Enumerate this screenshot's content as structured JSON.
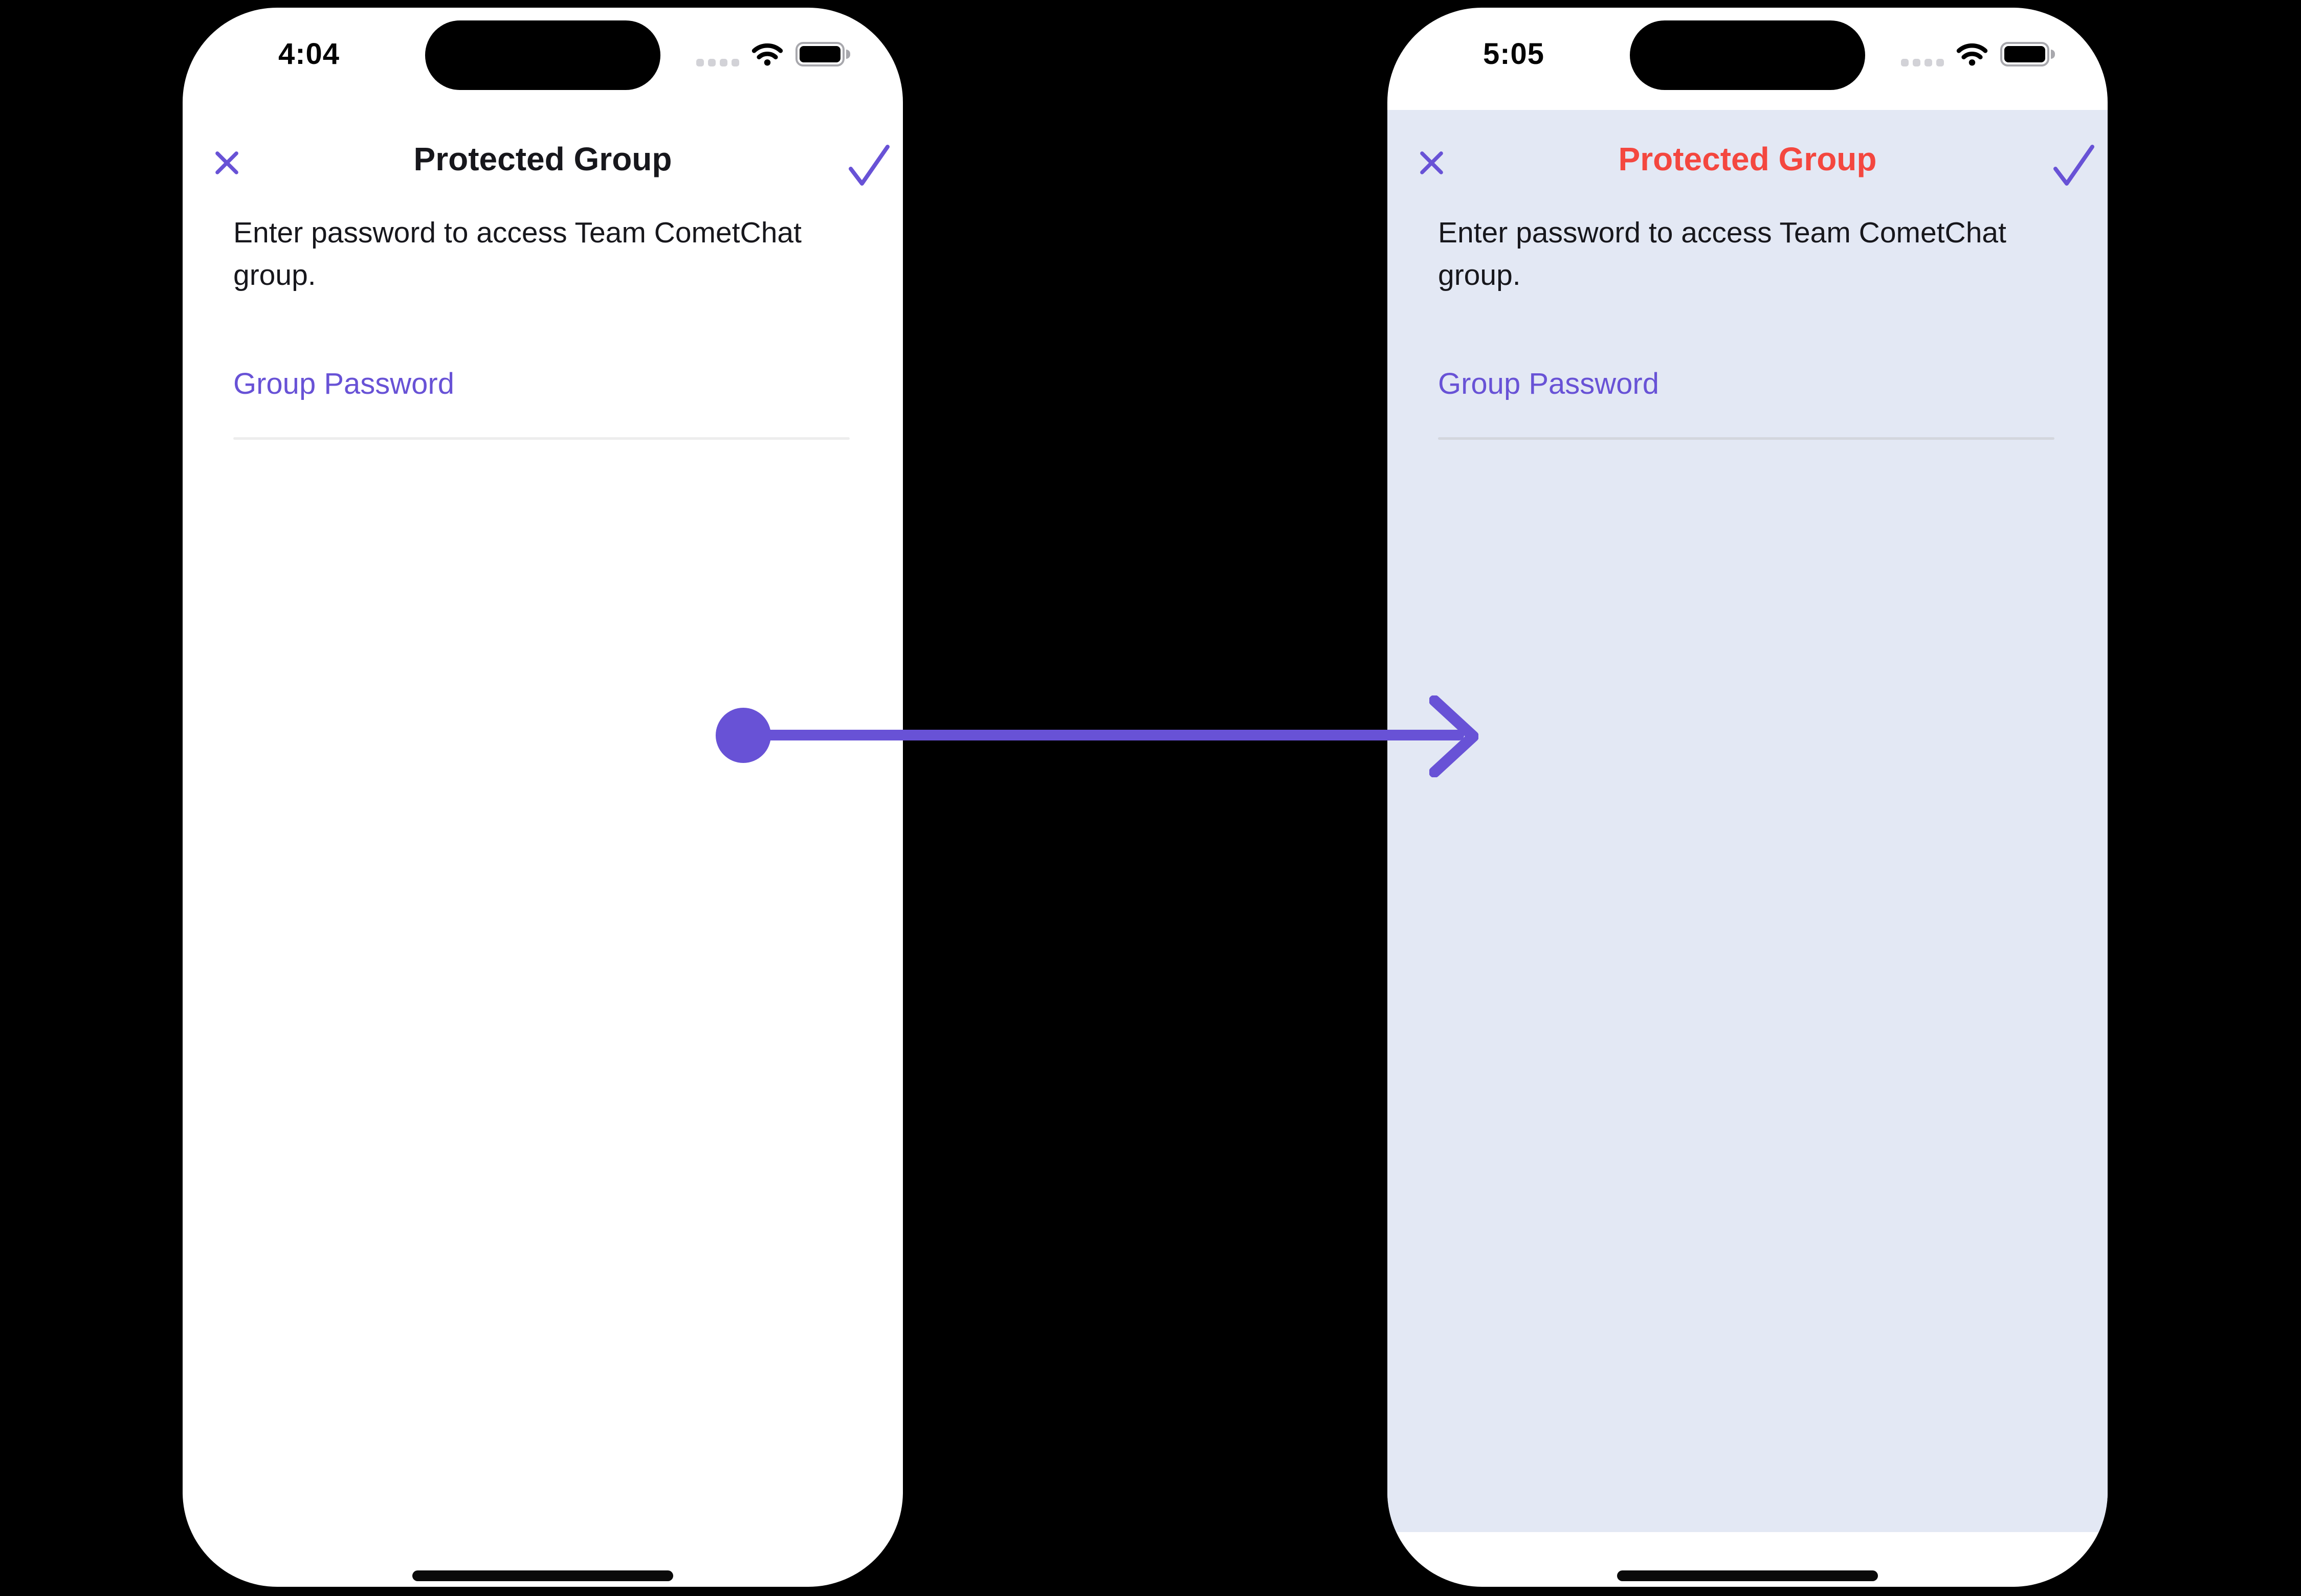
{
  "canvas": {
    "background": "#000000"
  },
  "colors": {
    "accent_purple": "#6852D6",
    "title_red": "#F4473F",
    "tinted_background": "#E3E8F4",
    "text_primary": "#17171C",
    "divider_light": "#EDEDED",
    "divider_tinted": "#D3D6DD",
    "status_dots_gray": "#D2D2D7",
    "battery_outline_gray": "#A8A8AD"
  },
  "arrow": {
    "direction": "left-to-right",
    "color": "#6852D6"
  },
  "phones": [
    {
      "status_bar": {
        "time": "4:04",
        "icons": [
          "cellular-signal-icon",
          "wifi-icon",
          "battery-icon"
        ]
      },
      "header": {
        "title": "Protected Group",
        "title_color": "#17171C",
        "close_icon": "close-x-icon",
        "confirm_icon": "checkmark-icon"
      },
      "description": "Enter password to access Team CometChat group.",
      "password_field": {
        "label": "Group Password"
      },
      "background": "#FFFFFF"
    },
    {
      "status_bar": {
        "time": "5:05",
        "icons": [
          "cellular-signal-icon",
          "wifi-icon",
          "battery-icon"
        ]
      },
      "header": {
        "title": "Protected Group",
        "title_color": "#F4473F",
        "close_icon": "close-x-icon",
        "confirm_icon": "checkmark-icon"
      },
      "description": "Enter password to access Team CometChat group.",
      "password_field": {
        "label": "Group Password"
      },
      "background": "#E3E8F4"
    }
  ]
}
